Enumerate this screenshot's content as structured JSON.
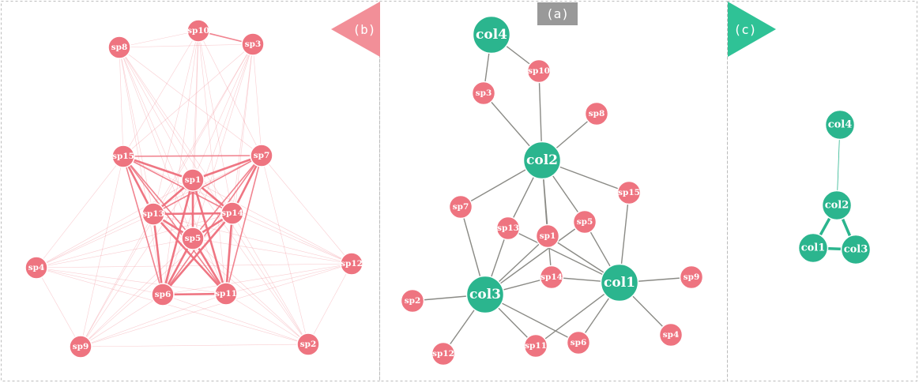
{
  "colors": {
    "species_node": "#ee7480",
    "collection_node": "#2bb58e",
    "species_edge": "#ee6f7c",
    "bipartite_edge": "#8a8a85",
    "collection_edge": "#2bb58e",
    "panel_b_marker": "#f28f98",
    "panel_a_marker": "#999999",
    "panel_c_marker": "#2fc296",
    "panel_border": "#bbbbbb"
  },
  "panels": {
    "a": {
      "label": "(a)"
    },
    "b": {
      "label": "(b)"
    },
    "c": {
      "label": "(c)"
    }
  },
  "graph_b": {
    "nodes": [
      "sp10",
      "sp3",
      "sp8",
      "sp15",
      "sp7",
      "sp1",
      "sp13",
      "sp14",
      "sp5",
      "sp4",
      "sp12",
      "sp6",
      "sp11",
      "sp9",
      "sp2"
    ],
    "edges": [
      [
        "sp1",
        "sp13",
        3
      ],
      [
        "sp1",
        "sp14",
        3
      ],
      [
        "sp1",
        "sp5",
        3
      ],
      [
        "sp1",
        "sp6",
        3
      ],
      [
        "sp1",
        "sp11",
        3
      ],
      [
        "sp1",
        "sp15",
        3
      ],
      [
        "sp1",
        "sp7",
        3
      ],
      [
        "sp13",
        "sp14",
        3
      ],
      [
        "sp13",
        "sp5",
        3
      ],
      [
        "sp13",
        "sp6",
        3
      ],
      [
        "sp13",
        "sp11",
        3
      ],
      [
        "sp13",
        "sp15",
        3
      ],
      [
        "sp13",
        "sp7",
        2
      ],
      [
        "sp14",
        "sp5",
        3
      ],
      [
        "sp14",
        "sp6",
        3
      ],
      [
        "sp14",
        "sp11",
        3
      ],
      [
        "sp14",
        "sp7",
        3
      ],
      [
        "sp14",
        "sp15",
        2
      ],
      [
        "sp5",
        "sp6",
        3
      ],
      [
        "sp5",
        "sp11",
        3
      ],
      [
        "sp5",
        "sp15",
        2
      ],
      [
        "sp5",
        "sp7",
        2
      ],
      [
        "sp6",
        "sp11",
        3
      ],
      [
        "sp6",
        "sp15",
        2
      ],
      [
        "sp11",
        "sp7",
        2
      ],
      [
        "sp15",
        "sp7",
        2
      ],
      [
        "sp6",
        "sp7",
        2
      ],
      [
        "sp11",
        "sp15",
        2
      ],
      [
        "sp10",
        "sp3",
        2
      ],
      [
        "sp10",
        "sp8",
        1
      ],
      [
        "sp10",
        "sp15",
        1
      ],
      [
        "sp10",
        "sp7",
        1
      ],
      [
        "sp10",
        "sp1",
        1
      ],
      [
        "sp10",
        "sp13",
        1
      ],
      [
        "sp10",
        "sp14",
        1
      ],
      [
        "sp10",
        "sp5",
        1
      ],
      [
        "sp10",
        "sp6",
        1
      ],
      [
        "sp10",
        "sp11",
        1
      ],
      [
        "sp3",
        "sp8",
        1
      ],
      [
        "sp3",
        "sp15",
        1
      ],
      [
        "sp3",
        "sp7",
        1
      ],
      [
        "sp3",
        "sp1",
        1
      ],
      [
        "sp3",
        "sp13",
        1
      ],
      [
        "sp3",
        "sp14",
        1
      ],
      [
        "sp3",
        "sp5",
        1
      ],
      [
        "sp3",
        "sp6",
        1
      ],
      [
        "sp3",
        "sp11",
        1
      ],
      [
        "sp3",
        "sp9",
        1
      ],
      [
        "sp8",
        "sp15",
        1
      ],
      [
        "sp8",
        "sp7",
        1
      ],
      [
        "sp8",
        "sp1",
        1
      ],
      [
        "sp8",
        "sp13",
        1
      ],
      [
        "sp8",
        "sp14",
        1
      ],
      [
        "sp8",
        "sp5",
        1
      ],
      [
        "sp8",
        "sp6",
        1
      ],
      [
        "sp8",
        "sp11",
        1
      ],
      [
        "sp8",
        "sp2",
        1
      ],
      [
        "sp4",
        "sp15",
        1
      ],
      [
        "sp4",
        "sp7",
        1
      ],
      [
        "sp4",
        "sp1",
        1
      ],
      [
        "sp4",
        "sp13",
        1
      ],
      [
        "sp4",
        "sp14",
        1
      ],
      [
        "sp4",
        "sp5",
        1
      ],
      [
        "sp4",
        "sp6",
        1
      ],
      [
        "sp4",
        "sp11",
        1
      ],
      [
        "sp4",
        "sp9",
        1
      ],
      [
        "sp4",
        "sp12",
        1
      ],
      [
        "sp4",
        "sp2",
        1
      ],
      [
        "sp12",
        "sp15",
        1
      ],
      [
        "sp12",
        "sp7",
        1
      ],
      [
        "sp12",
        "sp1",
        1
      ],
      [
        "sp12",
        "sp13",
        1
      ],
      [
        "sp12",
        "sp14",
        1
      ],
      [
        "sp12",
        "sp5",
        1
      ],
      [
        "sp12",
        "sp6",
        1
      ],
      [
        "sp12",
        "sp11",
        1
      ],
      [
        "sp12",
        "sp2",
        1
      ],
      [
        "sp12",
        "sp9",
        1
      ],
      [
        "sp9",
        "sp15",
        1
      ],
      [
        "sp9",
        "sp13",
        1
      ],
      [
        "sp9",
        "sp14",
        1
      ],
      [
        "sp9",
        "sp5",
        1
      ],
      [
        "sp9",
        "sp6",
        1
      ],
      [
        "sp9",
        "sp11",
        1
      ],
      [
        "sp9",
        "sp1",
        1
      ],
      [
        "sp9",
        "sp2",
        1
      ],
      [
        "sp2",
        "sp7",
        1
      ],
      [
        "sp2",
        "sp13",
        1
      ],
      [
        "sp2",
        "sp14",
        1
      ],
      [
        "sp2",
        "sp5",
        1
      ],
      [
        "sp2",
        "sp6",
        1
      ],
      [
        "sp2",
        "sp11",
        1
      ],
      [
        "sp2",
        "sp1",
        1
      ]
    ]
  },
  "graph_a": {
    "nodes": [
      {
        "id": "col4",
        "kind": "collection"
      },
      {
        "id": "col2",
        "kind": "collection"
      },
      {
        "id": "col3",
        "kind": "collection"
      },
      {
        "id": "col1",
        "kind": "collection"
      },
      {
        "id": "sp10",
        "kind": "species"
      },
      {
        "id": "sp3",
        "kind": "species"
      },
      {
        "id": "sp8",
        "kind": "species"
      },
      {
        "id": "sp15",
        "kind": "species"
      },
      {
        "id": "sp7",
        "kind": "species"
      },
      {
        "id": "sp13",
        "kind": "species"
      },
      {
        "id": "sp1",
        "kind": "species"
      },
      {
        "id": "sp5",
        "kind": "species"
      },
      {
        "id": "sp14",
        "kind": "species"
      },
      {
        "id": "sp9",
        "kind": "species"
      },
      {
        "id": "sp2",
        "kind": "species"
      },
      {
        "id": "sp4",
        "kind": "species"
      },
      {
        "id": "sp12",
        "kind": "species"
      },
      {
        "id": "sp11",
        "kind": "species"
      },
      {
        "id": "sp6",
        "kind": "species"
      }
    ],
    "edges": [
      [
        "col4",
        "sp10"
      ],
      [
        "col4",
        "sp3"
      ],
      [
        "col2",
        "sp10"
      ],
      [
        "col2",
        "sp3"
      ],
      [
        "col2",
        "sp8"
      ],
      [
        "col2",
        "sp15"
      ],
      [
        "col2",
        "sp7"
      ],
      [
        "col2",
        "sp13"
      ],
      [
        "col2",
        "sp1"
      ],
      [
        "col2",
        "sp5"
      ],
      [
        "col2",
        "sp14"
      ],
      [
        "col3",
        "sp7"
      ],
      [
        "col3",
        "sp13"
      ],
      [
        "col3",
        "sp1"
      ],
      [
        "col3",
        "sp5"
      ],
      [
        "col3",
        "sp14"
      ],
      [
        "col3",
        "sp2"
      ],
      [
        "col3",
        "sp12"
      ],
      [
        "col3",
        "sp11"
      ],
      [
        "col3",
        "sp6"
      ],
      [
        "col1",
        "sp15"
      ],
      [
        "col1",
        "sp13"
      ],
      [
        "col1",
        "sp1"
      ],
      [
        "col1",
        "sp5"
      ],
      [
        "col1",
        "sp14"
      ],
      [
        "col1",
        "sp9"
      ],
      [
        "col1",
        "sp4"
      ],
      [
        "col1",
        "sp11"
      ],
      [
        "col1",
        "sp6"
      ]
    ]
  },
  "graph_c": {
    "nodes": [
      "col4",
      "col2",
      "col1",
      "col3"
    ],
    "edges": [
      [
        "col4",
        "col2",
        1
      ],
      [
        "col2",
        "col1",
        4
      ],
      [
        "col2",
        "col3",
        4
      ],
      [
        "col1",
        "col3",
        4
      ]
    ]
  }
}
